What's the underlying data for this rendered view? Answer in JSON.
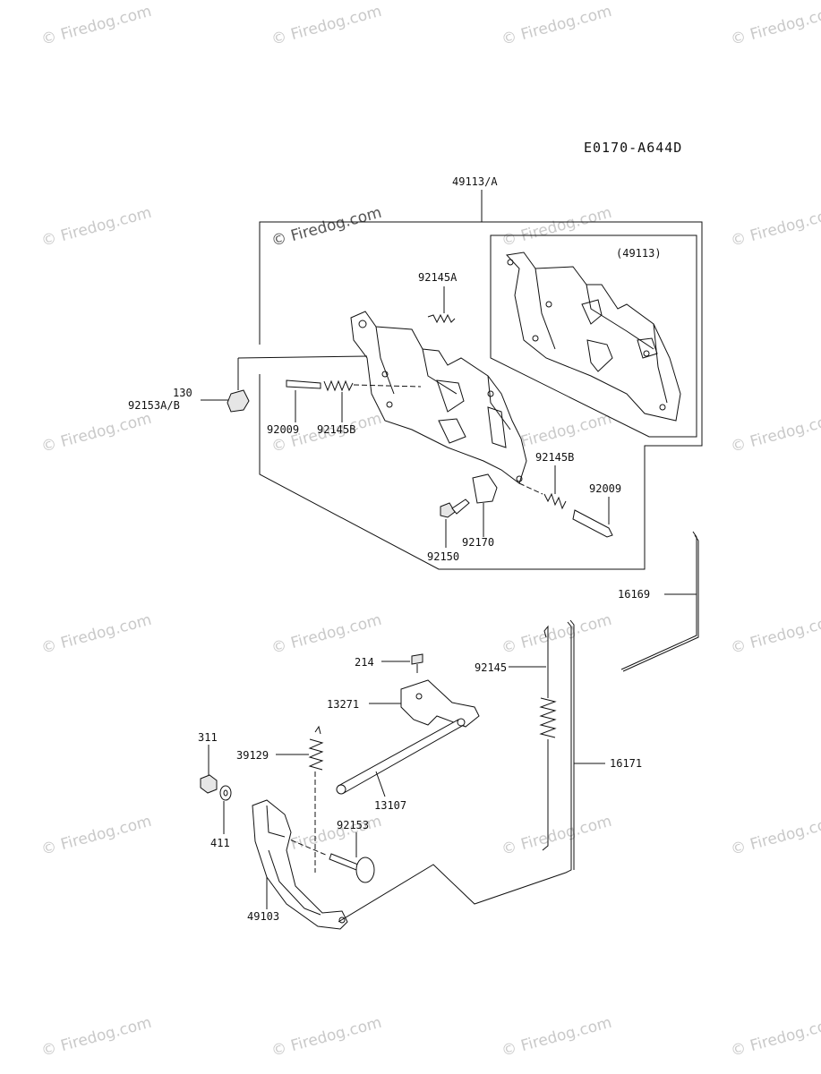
{
  "diagram_code": "E0170-A644D",
  "watermark_text": "© Firedog.com",
  "labels": {
    "l49113A": "49113/A",
    "l49113inset": "(49113)",
    "l92145A": "92145A",
    "l130": "130",
    "l92153AB": "92153A/B",
    "l92009a": "92009",
    "l92145Ba": "92145B",
    "l92145Bb": "92145B",
    "l92009b": "92009",
    "l92170": "92170",
    "l92150": "92150",
    "l16169": "16169",
    "l214": "214",
    "l92145": "92145",
    "l13271": "13271",
    "l311": "311",
    "l39129": "39129",
    "l16171": "16171",
    "l13107": "13107",
    "l92153": "92153",
    "l411": "411",
    "l49103": "49103"
  }
}
